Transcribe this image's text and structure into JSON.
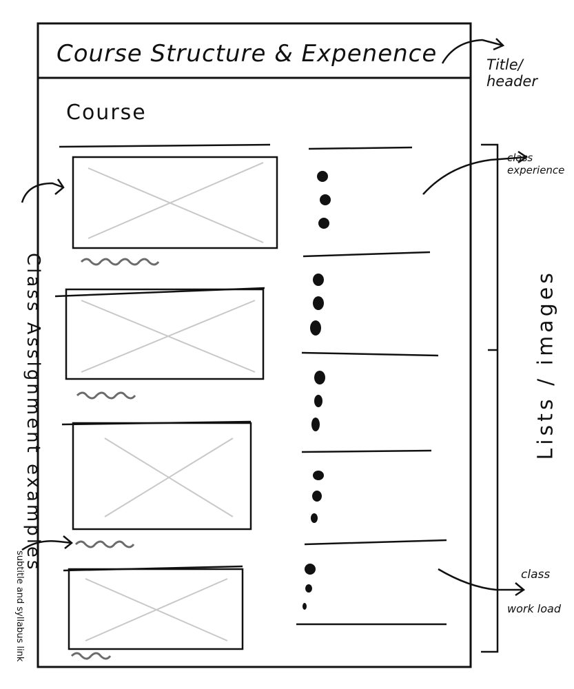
{
  "header": {
    "title": "Course Structure & Expenence"
  },
  "main": {
    "heading": "Course"
  },
  "annotations": {
    "title_header": "Title/ header",
    "class_experience": "class experience",
    "class_workload_1": "class",
    "class_workload_2": "work load",
    "class_assignment_examples": "Class Assignment examples",
    "subtitle_syllabus": "subtitle and syllabus link",
    "lists_images": "Lists / images"
  },
  "rows": [
    {
      "image_icon": "placeholder-image-x-icon",
      "subtitle_icon": "squiggle-subtitle-icon",
      "bullets": 3
    },
    {
      "image_icon": "placeholder-image-x-icon",
      "subtitle_icon": "squiggle-subtitle-icon",
      "bullets": 3
    },
    {
      "image_icon": "placeholder-image-x-icon",
      "subtitle_icon": "squiggle-subtitle-icon",
      "bullets": 3
    },
    {
      "image_icon": "placeholder-image-x-icon",
      "subtitle_icon": "squiggle-subtitle-icon",
      "bullets": 3
    },
    {
      "image_icon": "placeholder-image-x-icon",
      "subtitle_icon": "squiggle-subtitle-icon",
      "bullets": 3
    }
  ],
  "colors": {
    "ink": "#111111",
    "placeholder": "#c8c8c8",
    "squiggle": "#6b6b6b"
  }
}
